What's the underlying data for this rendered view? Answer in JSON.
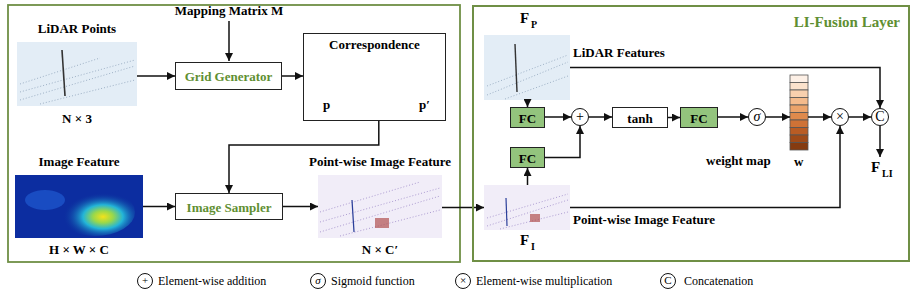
{
  "diagram": {
    "nodes": [
      {
        "text": [
          "LI-Fusion Layer"
        ]
      },
      {
        "text": [
          "LiDAR Points",
          "N × 3"
        ]
      },
      {
        "text": [
          "Grid Generator"
        ]
      },
      {
        "text": [
          "Correspondence",
          "p",
          "p′"
        ]
      },
      {
        "text": [
          "Image Feature",
          "H × W × C"
        ]
      },
      {
        "text": [
          "Image Sampler"
        ]
      },
      {
        "text": [
          "Point-wise Image Feature",
          "N × C′"
        ]
      },
      {
        "text": [
          "F",
          "P",
          "LiDAR Features"
        ],
        "in": 0
      },
      {
        "text": [
          "FC"
        ],
        "in": 0
      },
      {
        "text": [
          "FC"
        ],
        "in": 0
      },
      {
        "text": [
          "+"
        ],
        "in": 0
      },
      {
        "text": [
          "tanh"
        ],
        "in": 0
      },
      {
        "text": [
          "FC"
        ],
        "in": 0
      },
      {
        "text": [
          "σ"
        ],
        "in": 0
      },
      {
        "text": [
          "weight map",
          "w"
        ],
        "in": 0
      },
      {
        "text": [
          "×"
        ],
        "in": 0
      },
      {
        "text": [
          "C"
        ],
        "in": 0
      },
      {
        "text": [
          "F",
          "I",
          "Point-wise Image Feature"
        ],
        "in": 0
      }
    ],
    "edges": [
      {
        "from": 1,
        "to": 2,
        "arrow": "to"
      },
      {
        "from": 2,
        "to": 3,
        "arrow": "to"
      },
      {
        "from": 3,
        "to": 5,
        "arrow": "to"
      },
      {
        "from": 4,
        "to": 5,
        "arrow": "to"
      },
      {
        "from": 5,
        "to": 6,
        "arrow": "to"
      },
      {
        "from": 6,
        "to": 17,
        "arrow": "to"
      },
      {
        "from": 7,
        "to": 8,
        "arrow": "to"
      },
      {
        "from": 7,
        "to": 16,
        "arrow": "to"
      },
      {
        "from": 17,
        "to": 9,
        "arrow": "to"
      },
      {
        "from": 8,
        "to": 10,
        "arrow": "to"
      },
      {
        "from": 9,
        "to": 10,
        "arrow": "to"
      },
      {
        "from": 10,
        "to": 11,
        "arrow": "to"
      },
      {
        "from": 11,
        "to": 12,
        "arrow": "to"
      },
      {
        "from": 12,
        "to": 13,
        "arrow": "to"
      },
      {
        "from": 13,
        "to": 14,
        "arrow": "to"
      },
      {
        "from": 14,
        "to": 15,
        "arrow": "to"
      },
      {
        "from": 17,
        "to": 15,
        "arrow": "to"
      },
      {
        "from": 15,
        "to": 16,
        "arrow": "to"
      }
    ],
    "labels": [
      "Mapping Matrix M",
      "F",
      "LI",
      "+",
      "σ",
      "×",
      "C"
    ],
    "legend": [
      {
        "text": "Element-wise addition"
      },
      {
        "text": "Sigmoid function"
      },
      {
        "text": "Element-wise multiplication"
      },
      {
        "text": "Concatenation"
      }
    ]
  }
}
